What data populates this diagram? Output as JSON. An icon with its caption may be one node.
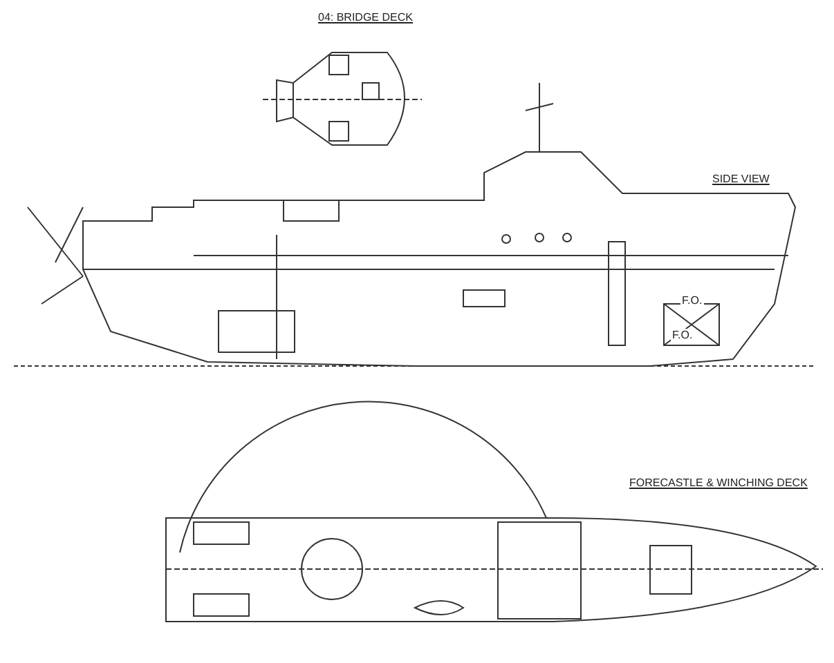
{
  "diagram": {
    "labels": [
      "04: BRIDGE DECK",
      "SIDE VIEW",
      "F.O.",
      "F.O.",
      "FORECASTLE & WINCHING DECK"
    ]
  }
}
